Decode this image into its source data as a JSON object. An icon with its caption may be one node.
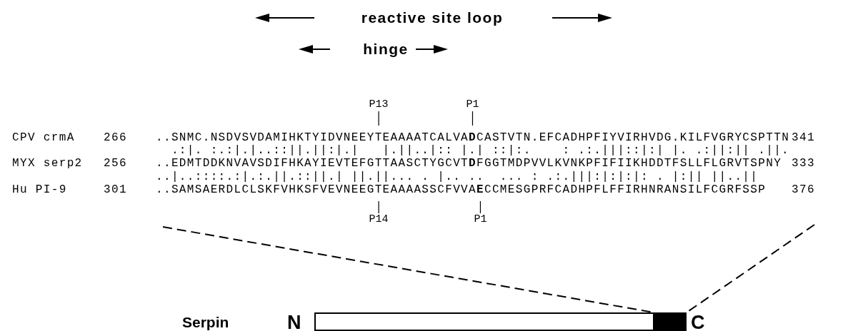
{
  "diagram": {
    "nodes": [
      {
        "text": [
          "P13"
        ]
      },
      {
        "text": [
          "P1"
        ]
      },
      {
        "text": [
          "P14"
        ]
      },
      {
        "text": [
          "P1"
        ]
      },
      {
        "text": [],
        "shape": "bar",
        "beside": [
          "N"
        ]
      },
      {
        "text": [],
        "shape": "bar",
        "beside": [
          "C"
        ]
      }
    ],
    "edges": [
      {
        "from": 0,
        "to": null,
        "arrow": "none"
      },
      {
        "from": 1,
        "to": null,
        "arrow": "none"
      },
      {
        "from": 2,
        "to": null,
        "arrow": "none"
      },
      {
        "from": 3,
        "to": null,
        "arrow": "none"
      },
      {
        "from": null,
        "to": 5,
        "arrow": "none",
        "style": "dashed"
      },
      {
        "from": null,
        "to": 5,
        "arrow": "none",
        "style": "dashed"
      }
    ],
    "labels": [
      "reactive site loop",
      "hinge",
      "CPV crmA",
      "266",
      "..SNMC.NSDVSVDAMIHKTYIDVNEEYTEAAAATCALVA**D**CASTVTN.EFCADHPFIYVIRHVDG.KILFVGRYCSPTTN",
      "341",
      ".:|. :.:|.|..::||.||:|.|   |.||..|:: |.| ::|:.    : .:.|||::|:| |. .:||:|| .||.",
      "MYX serp2",
      "256",
      "..EDMTDDKNVAVSDIFHKAYIEVTEFGTTAASCTYGCVT**D**FGGTMDPVVLKVNKPFIFIIKHDDTFSLLFLGRVTSPNY",
      "333",
      "..|..::::.:|.:.||.::||.| ||.||... . |.. ..  ... : .:.|||:|:|:|: . |:|| ||..||",
      "Hu PI-9",
      "301",
      "..SAMSAERDLCLSKFVHKSFVEVNEEGTEAAAASSCFVVA**E**CCMESGPRFCADHPFLFFIRHNRANSILFCGRFSSP",
      "376",
      "Serpin"
    ]
  }
}
